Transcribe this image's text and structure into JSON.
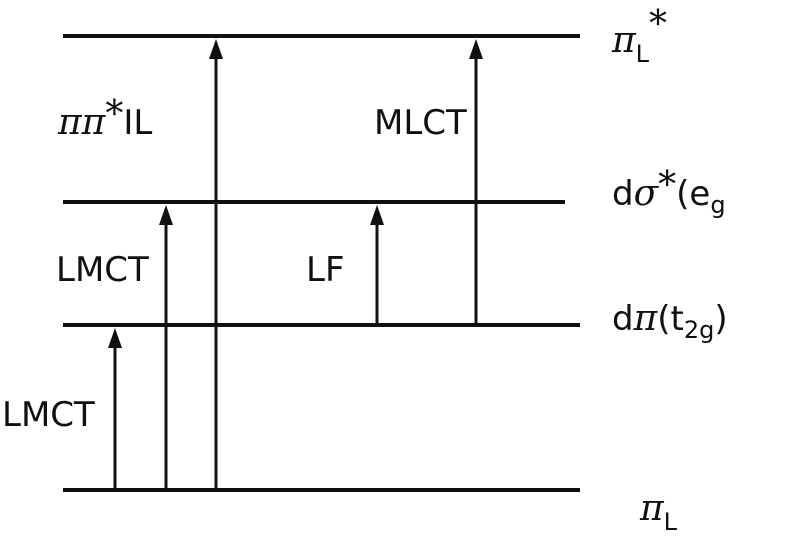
{
  "levels": {
    "pi_star": {
      "symbol": "π",
      "subscript": "L",
      "superscript": "*"
    },
    "dsigma": {
      "prefix": "d",
      "symbol": "σ",
      "star": "*",
      "open": "(e",
      "sub": "g",
      "close": ""
    },
    "dpi": {
      "prefix": "d",
      "symbol": "π",
      "open": "(t",
      "sub": "2g",
      "close": ")"
    },
    "pi_L": {
      "symbol": "π",
      "subscript": "L"
    }
  },
  "labels": {
    "il": {
      "greek": "ππ",
      "star": "*",
      "text": "IL"
    },
    "mlct": "MLCT",
    "lmct_upper": "LMCT",
    "lf": "LF",
    "lmct_lower": "LMCT"
  }
}
